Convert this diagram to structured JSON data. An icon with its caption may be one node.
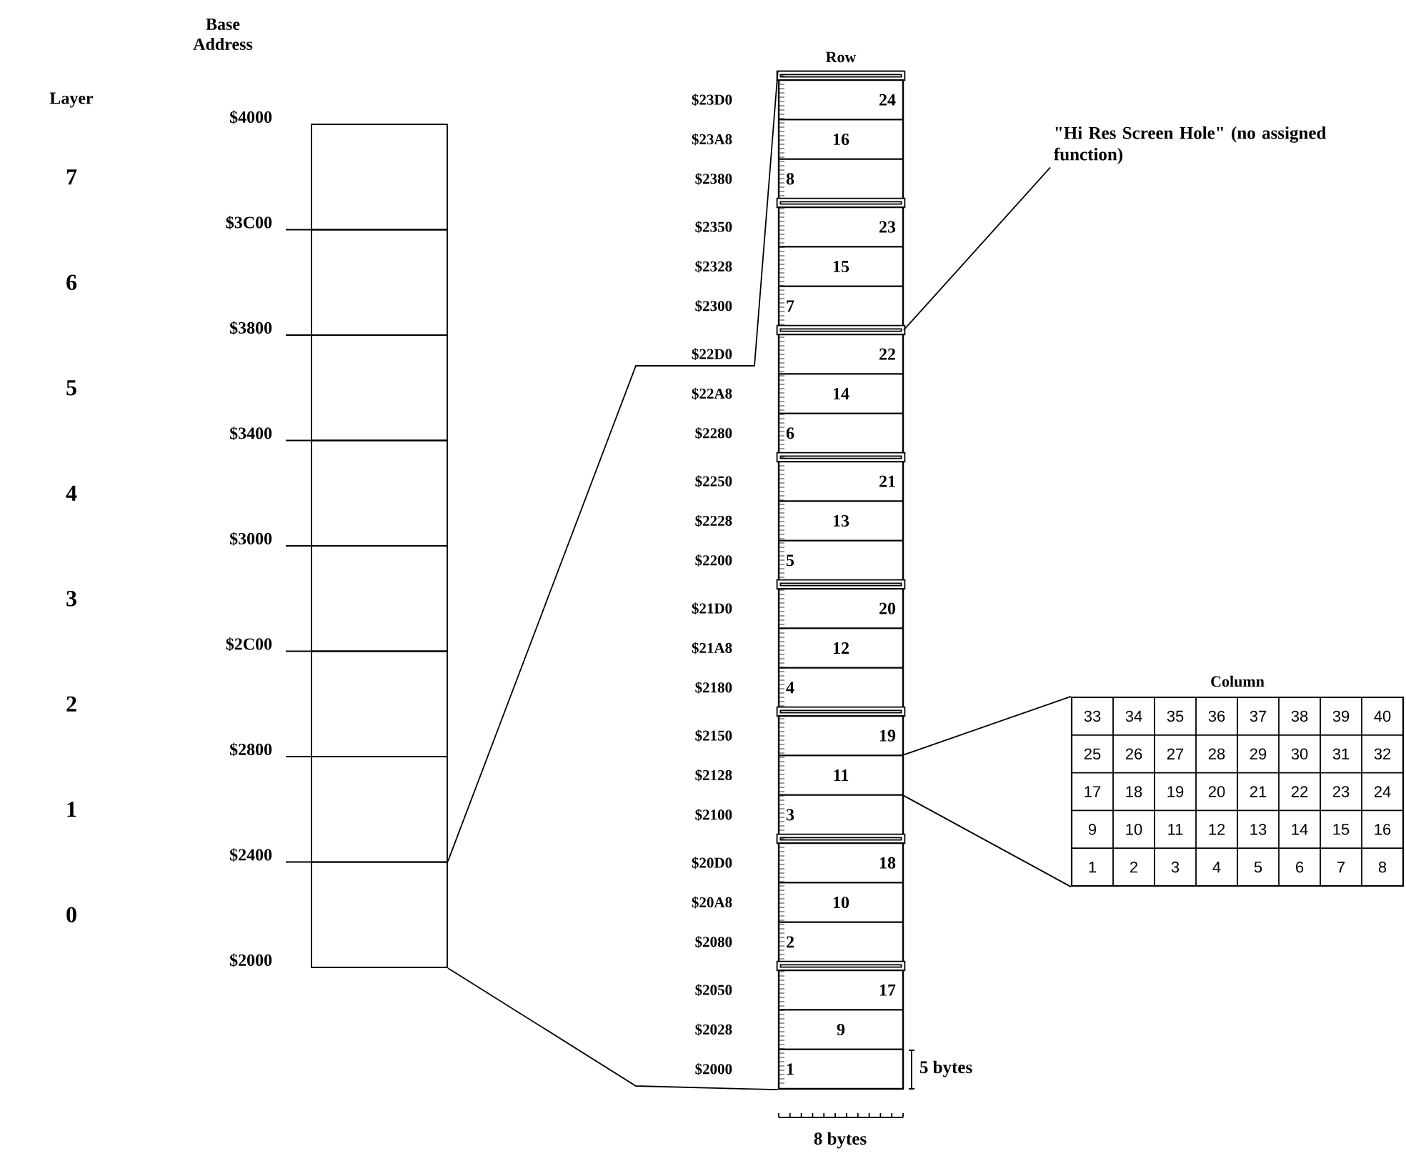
{
  "diagram": {
    "nodes": [
      {
        "text": [],
        "shape": "box",
        "beside": [
          "$4000"
        ]
      },
      {
        "text": [],
        "shape": "box",
        "beside": [
          "$3C00"
        ]
      },
      {
        "text": [],
        "shape": "box",
        "beside": [
          "$3800"
        ]
      },
      {
        "text": [],
        "shape": "box",
        "beside": [
          "$3400"
        ]
      },
      {
        "text": [],
        "shape": "box",
        "beside": [
          "$3000"
        ]
      },
      {
        "text": [],
        "shape": "box",
        "beside": [
          "$2C00"
        ]
      },
      {
        "text": [],
        "shape": "box",
        "beside": [
          "$2800"
        ]
      },
      {
        "text": [],
        "shape": "box",
        "beside": [
          "$2400",
          "$2000"
        ]
      },
      {
        "text": [
          "Row"
        ]
      },
      {
        "text": [],
        "shape": "bar",
        "in": 8
      },
      {
        "text": [
          "24"
        ],
        "in": 8,
        "beside": [
          "$23D0"
        ]
      },
      {
        "text": [
          "16"
        ],
        "in": 8,
        "beside": [
          "$23A8"
        ]
      },
      {
        "text": [
          "8"
        ],
        "in": 8,
        "beside": [
          "$2380"
        ]
      },
      {
        "text": [],
        "shape": "bar",
        "in": 8
      },
      {
        "text": [
          "23"
        ],
        "in": 8,
        "beside": [
          "$2350"
        ]
      },
      {
        "text": [
          "15"
        ],
        "in": 8,
        "beside": [
          "$2328"
        ]
      },
      {
        "text": [
          "7"
        ],
        "in": 8,
        "beside": [
          "$2300"
        ]
      },
      {
        "text": [],
        "shape": "bar",
        "in": 8
      },
      {
        "text": [
          "22"
        ],
        "in": 8,
        "beside": [
          "$22D0"
        ]
      },
      {
        "text": [
          "14"
        ],
        "in": 8,
        "beside": [
          "$22A8"
        ]
      },
      {
        "text": [
          "6"
        ],
        "in": 8,
        "beside": [
          "$2280"
        ]
      },
      {
        "text": [],
        "shape": "bar",
        "in": 8
      },
      {
        "text": [
          "21"
        ],
        "in": 8,
        "beside": [
          "$2250"
        ]
      },
      {
        "text": [
          "13"
        ],
        "in": 8,
        "beside": [
          "$2228"
        ]
      },
      {
        "text": [
          "5"
        ],
        "in": 8,
        "beside": [
          "$2200"
        ]
      },
      {
        "text": [],
        "shape": "bar",
        "in": 8
      },
      {
        "text": [
          "20"
        ],
        "in": 8,
        "beside": [
          "$21D0"
        ]
      },
      {
        "text": [
          "12"
        ],
        "in": 8,
        "beside": [
          "$21A8"
        ]
      },
      {
        "text": [
          "4"
        ],
        "in": 8,
        "beside": [
          "$2180"
        ]
      },
      {
        "text": [],
        "shape": "bar",
        "in": 8
      },
      {
        "text": [
          "19"
        ],
        "in": 8,
        "beside": [
          "$2150"
        ]
      },
      {
        "text": [
          "11"
        ],
        "in": 8,
        "beside": [
          "$2128"
        ]
      },
      {
        "text": [
          "3"
        ],
        "in": 8,
        "beside": [
          "$2100"
        ]
      },
      {
        "text": [],
        "shape": "bar",
        "in": 8
      },
      {
        "text": [
          "18"
        ],
        "in": 8,
        "beside": [
          "$20D0"
        ]
      },
      {
        "text": [
          "10"
        ],
        "in": 8,
        "beside": [
          "$20A8"
        ]
      },
      {
        "text": [
          "2"
        ],
        "in": 8,
        "beside": [
          "$2080"
        ]
      },
      {
        "text": [],
        "shape": "bar",
        "in": 8
      },
      {
        "text": [
          "17"
        ],
        "in": 8,
        "beside": [
          "$2050"
        ]
      },
      {
        "text": [
          "9"
        ],
        "in": 8,
        "beside": [
          "$2028"
        ]
      },
      {
        "text": [
          "1"
        ],
        "in": 8,
        "beside": [
          "$2000"
        ]
      },
      {
        "text": [
          "\"Hi Res Screen Hole\" (no assigned function)"
        ]
      },
      {
        "text": [
          "Column",
          "33",
          "34",
          "35",
          "36",
          "37",
          "38",
          "39",
          "40",
          "25",
          "26",
          "27",
          "28",
          "29",
          "30",
          "31",
          "32",
          "17",
          "18",
          "19",
          "20",
          "21",
          "22",
          "23",
          "24",
          "9",
          "10",
          "11",
          "12",
          "13",
          "14",
          "15",
          "16",
          "1",
          "2",
          "3",
          "4",
          "5",
          "6",
          "7",
          "8"
        ]
      }
    ],
    "edges": [
      {
        "from": 7,
        "to": 8,
        "arrow": "none"
      },
      {
        "from": 7,
        "to": 8,
        "arrow": "none"
      },
      {
        "from": 41,
        "to": 17,
        "arrow": "none"
      },
      {
        "from": 31,
        "to": 42,
        "arrow": "none"
      },
      {
        "from": 31,
        "to": 42,
        "arrow": "none"
      }
    ],
    "labels": [
      "Layer",
      "Base Address",
      "7",
      "6",
      "5",
      "4",
      "3",
      "2",
      "1",
      "0",
      "5 bytes",
      "8 bytes"
    ]
  }
}
